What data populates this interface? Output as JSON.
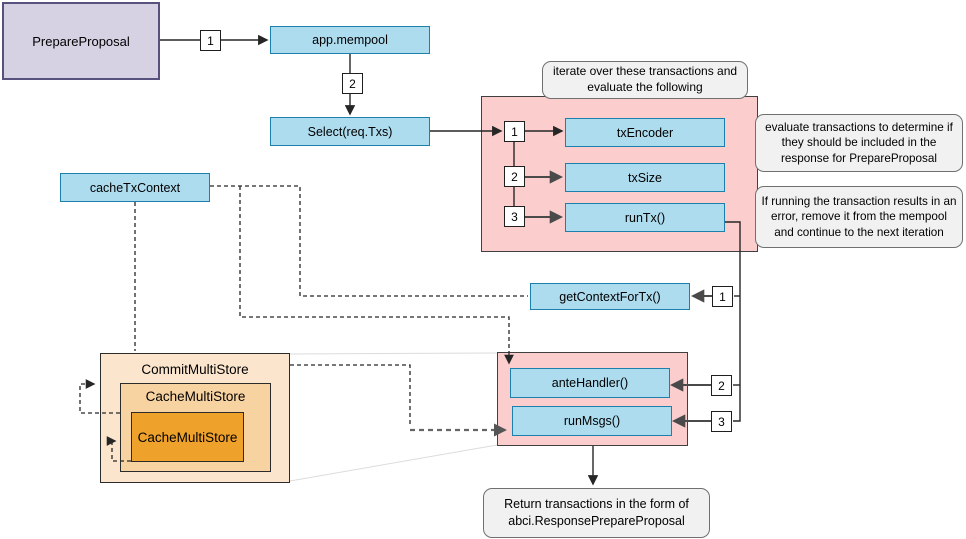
{
  "diagram": {
    "nodes": {
      "prepareProposal": "PrepareProposal",
      "appMempool": "app.mempool",
      "selectReqTxs": "Select(req.Txs)",
      "txEncoder": "txEncoder",
      "txSize": "txSize",
      "runTx": "runTx()",
      "cacheTxContext": "cacheTxContext",
      "getContextForTx": "getContextForTx()",
      "anteHandler": "anteHandler()",
      "runMsgs": "runMsgs()",
      "commitMultiStore": "CommitMultiStore",
      "cacheMultiStore": "CacheMultiStore",
      "cacheMultiStoreInner": "CacheMultiStore"
    },
    "badges": {
      "step1": "1",
      "step2": "2",
      "iter1": "1",
      "iter2": "2",
      "iter3": "3",
      "run1": "1",
      "run2": "2",
      "run3": "3"
    },
    "callouts": {
      "iterate": "iterate over these transactions and evaluate the following",
      "evaluate": "evaluate transactions to determine if they should be included in the response for PrepareProposal",
      "error": "If running the transaction results in an error, remove it from the mempool and continue to the next iteration",
      "returnNote": "Return transactions in the form of abci.ResponsePrepareProposal"
    },
    "colors": {
      "blue_fill": "#AEDCEF",
      "blue_stroke": "#1D7FAB",
      "pink_fill": "#FBCDCD",
      "pink_stroke": "#404040",
      "purple_fill": "#D6D2E4",
      "purple_stroke": "#57527D",
      "orange_outer_fill": "#FBE5CD",
      "orange_mid_fill": "#F7D3A2",
      "orange_inner_fill": "#EFA22B",
      "orange_stroke": "#2B2B2B",
      "callout_fill": "#F1F1F1",
      "callout_stroke": "#707070",
      "connector": "#262626",
      "gray_dash": "#666666",
      "faint_line": "#DCDCDC"
    }
  }
}
